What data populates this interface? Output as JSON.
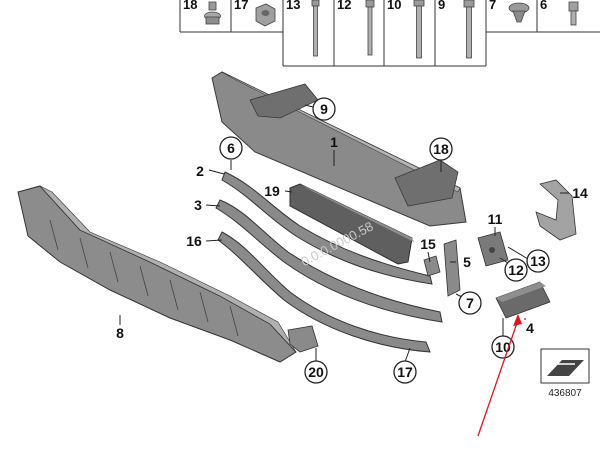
{
  "header_parts": [
    "18",
    "17",
    "13",
    "12",
    "10",
    "9",
    "7",
    "6"
  ],
  "callouts": {
    "p1": "1",
    "p2": "2",
    "p3": "3",
    "p4": "4",
    "p5": "5",
    "p6": "6",
    "p7": "7",
    "p8": "8",
    "p9": "9",
    "p10": "10",
    "p11": "11",
    "p12": "12",
    "p13": "13",
    "p14": "14",
    "p15": "15",
    "p16": "16",
    "p17": "17",
    "p18": "18",
    "p19": "19",
    "p20": "20"
  },
  "diagram_code": "436807",
  "watermark": "0.0.0.0000.58",
  "colors": {
    "part": "#8a8a8a",
    "part_dark": "#5f5f5f",
    "part_light": "#b3b3b3",
    "line": "#222222",
    "arrow": "#e0141e"
  }
}
